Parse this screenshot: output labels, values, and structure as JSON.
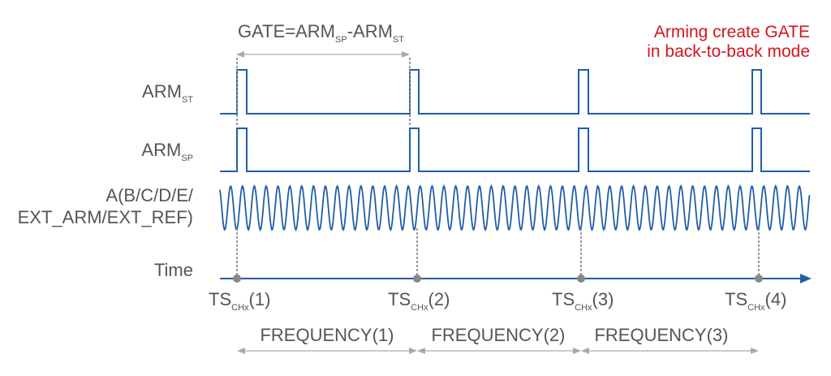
{
  "header": {
    "gate_formula": {
      "prefix": "GATE=ARM",
      "sub1": "SP",
      "mid": "-ARM",
      "sub2": "ST"
    },
    "note_line1": "Arming create GATE",
    "note_line2": "in back-to-back mode"
  },
  "signals": {
    "arm_st": {
      "base": "ARM",
      "sub": "ST"
    },
    "arm_sp": {
      "base": "ARM",
      "sub": "SP"
    },
    "input_line1": "A(B/C/D/E/",
    "input_line2": "EXT_ARM/EXT_REF)",
    "time_label": "Time"
  },
  "timestamps": [
    {
      "base": "TS",
      "sub": "CHx",
      "index": "(1)"
    },
    {
      "base": "TS",
      "sub": "CHx",
      "index": "(2)"
    },
    {
      "base": "TS",
      "sub": "CHx",
      "index": "(3)"
    },
    {
      "base": "TS",
      "sub": "CHx",
      "index": "(4)"
    }
  ],
  "frequencies": [
    {
      "label": "FREQUENCY(1)"
    },
    {
      "label": "FREQUENCY(2)"
    },
    {
      "label": "FREQUENCY(3)"
    }
  ],
  "colors": {
    "signal": "#1f5fa6",
    "label": "#555555",
    "note": "#d6141e",
    "guide": "#888888"
  }
}
